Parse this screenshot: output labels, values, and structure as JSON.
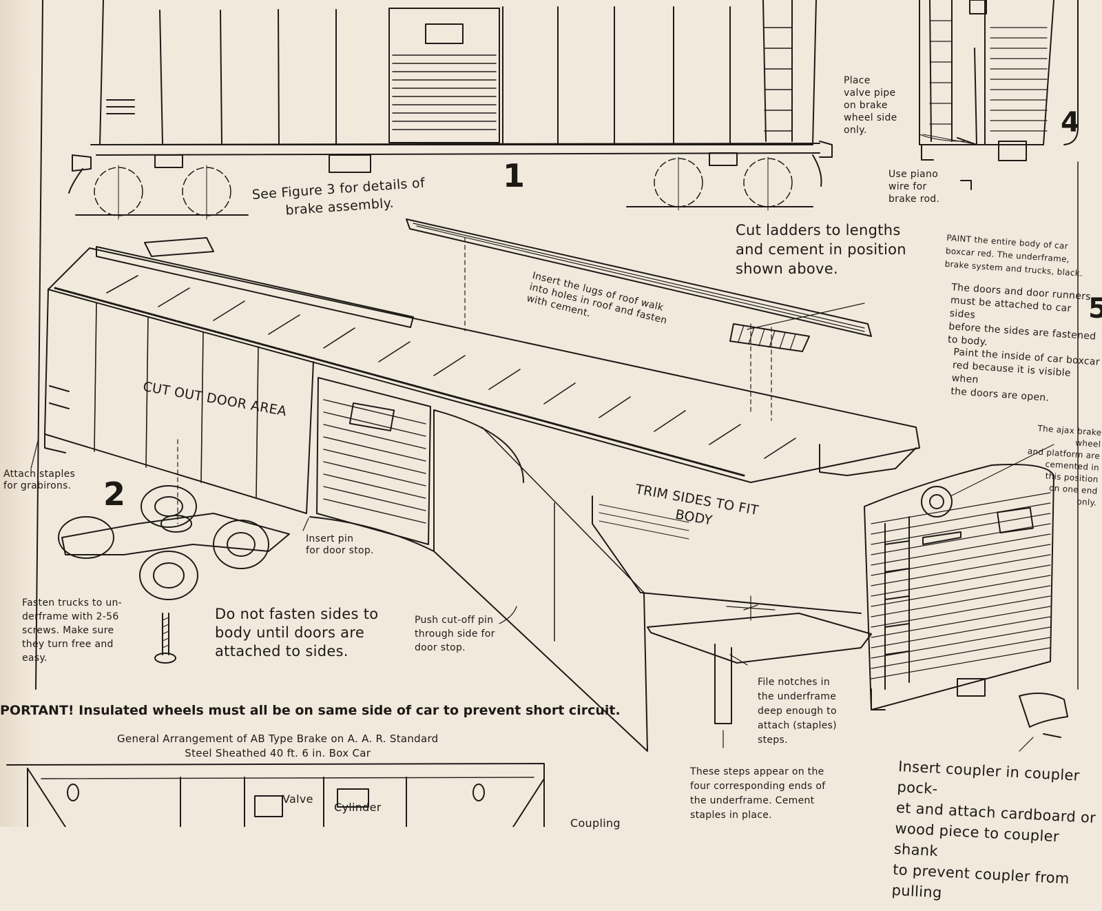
{
  "figures": {
    "fig1": "1",
    "fig2": "2",
    "fig4": "4",
    "fig5_partial": "5"
  },
  "notes": {
    "see_figure3": "See Figure 3 for details of\nbrake assembly.",
    "valve_pipe": "Place\nvalve pipe\non brake\nwheel side\nonly.",
    "piano_wire": "Use piano\nwire for\nbrake rod.",
    "cut_ladders": "Cut ladders to lengths\nand cement in position\nshown above.",
    "paint_entire": "PAINT the entire body of car\nboxcar red. The underframe,\nbrake system and trucks, black.",
    "doors_runners": "The doors and door runners\nmust be attached to car sides\nbefore the sides are fastened\nto body.",
    "paint_inside": "Paint the inside of car boxcar\nred because it is visible when\nthe doors are open.",
    "insert_lugs": "Insert the lugs of roof walk\ninto holes in roof and fasten\nwith cement.",
    "cut_out_door": "CUT OUT DOOR AREA",
    "ajax_brake": "The ajax brake wheel\nand platform are\ncemented in\nthis position\non one end\nonly.",
    "trim_sides": "TRIM SIDES TO FIT\nBODY",
    "attach_staples": "Attach staples\nfor grabirons.",
    "insert_pin": "Insert pin\nfor door stop.",
    "fasten_trucks": "Fasten trucks to un-\nderframe with 2-56\nscrews. Make sure\nthey turn free and\neasy.",
    "do_not_fasten": "Do not fasten sides to\nbody until doors are\nattached to sides.",
    "push_cutoff": "Push cut-off pin\nthrough side for\ndoor stop.",
    "file_notches": "File notches in\nthe underframe\ndeep enough to\nattach (staples)\nsteps.",
    "important": "PORTANT! Insulated wheels must all be on same side of car to prevent short circuit.",
    "general_arrangement": "General Arrangement of AB Type Brake on A. A. R. Standard\nSteel Sheathed 40 ft. 6 in. Box Car",
    "valve": "Valve",
    "cylinder": "Cylinder",
    "coupling": "Coupling",
    "steps_appear": "These steps appear on the\nfour corresponding ends of\nthe underframe. Cement\nstaples in place.",
    "insert_coupler": "Insert coupler in coupler pock-\net and attach cardboard or\nwood piece to coupler shank\nto prevent coupler from pulling"
  },
  "colors": {
    "paper": "#f1e9dc",
    "ink": "#1d1a16"
  }
}
